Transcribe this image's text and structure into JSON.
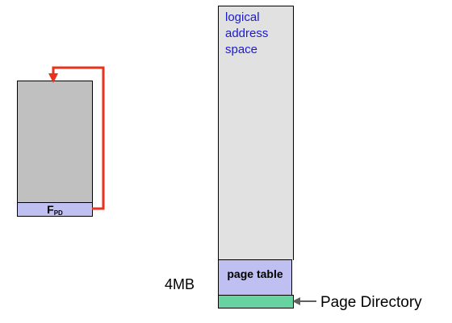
{
  "physical": {
    "frame_label_main": "F",
    "frame_label_sub": "PD"
  },
  "logical": {
    "label_lines": [
      "logical",
      "address",
      "space"
    ],
    "page_table_label": "page table",
    "size_label": "4MB"
  },
  "page_directory_label": "Page Directory",
  "colors": {
    "arrow_red": "#e8321e",
    "page_table_fill": "#bfbff2",
    "page_directory_fill": "#66d3a0",
    "logical_space_fill": "#e1e1e1",
    "frame_fill": "#c0c0c0",
    "label_blue": "#1a1ad0"
  }
}
